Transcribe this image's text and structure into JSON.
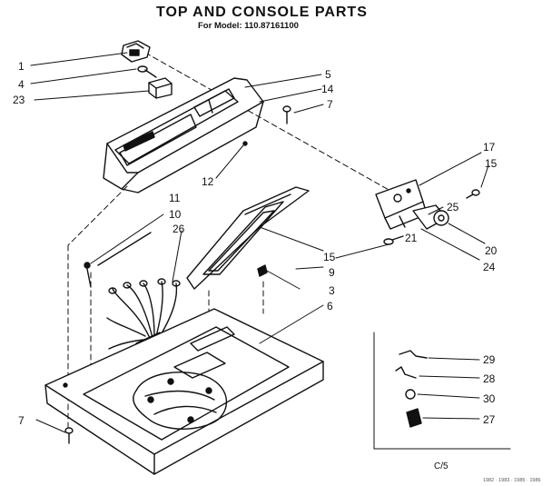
{
  "header": {
    "title": "TOP AND CONSOLE PARTS",
    "subtitle": "For Model: 110.87161100"
  },
  "callouts": [
    {
      "id": "c1",
      "label": "1"
    },
    {
      "id": "c4",
      "label": "4"
    },
    {
      "id": "c23",
      "label": "23"
    },
    {
      "id": "c5",
      "label": "5"
    },
    {
      "id": "c14",
      "label": "14"
    },
    {
      "id": "c7a",
      "label": "7"
    },
    {
      "id": "c17",
      "label": "17"
    },
    {
      "id": "c15a",
      "label": "15"
    },
    {
      "id": "c12",
      "label": "12"
    },
    {
      "id": "c11",
      "label": "11"
    },
    {
      "id": "c10",
      "label": "10"
    },
    {
      "id": "c26",
      "label": "26"
    },
    {
      "id": "c25",
      "label": "25"
    },
    {
      "id": "c21",
      "label": "21"
    },
    {
      "id": "c15b",
      "label": "15"
    },
    {
      "id": "c20",
      "label": "20"
    },
    {
      "id": "c24",
      "label": "24"
    },
    {
      "id": "c9",
      "label": "9"
    },
    {
      "id": "c3",
      "label": "3"
    },
    {
      "id": "c6",
      "label": "6"
    },
    {
      "id": "c7b",
      "label": "7"
    },
    {
      "id": "c29",
      "label": "29"
    },
    {
      "id": "c28",
      "label": "28"
    },
    {
      "id": "c30",
      "label": "30"
    },
    {
      "id": "c27",
      "label": "27"
    }
  ],
  "footer": {
    "page_code": "C/5",
    "fine_print": "1982 · 1983 · 1985 · 1986"
  }
}
